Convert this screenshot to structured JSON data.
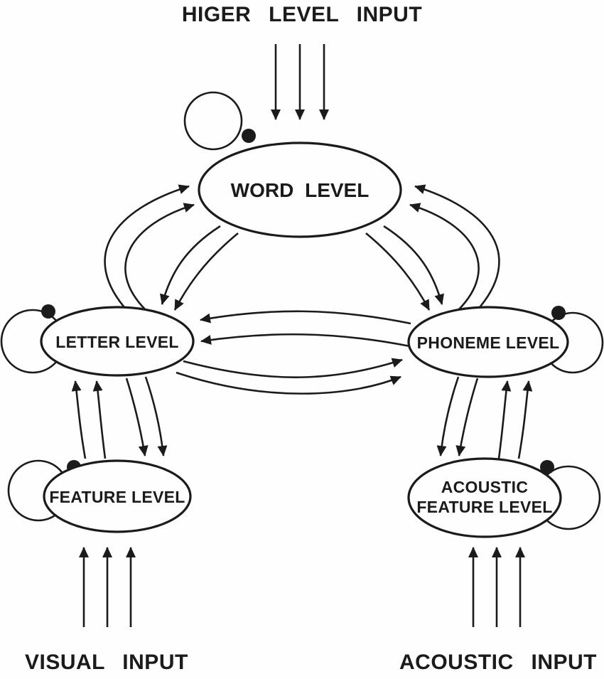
{
  "diagram": {
    "kind": "interactive-activation-model",
    "top_input_label": "HIGER LEVEL INPUT",
    "bottom_left_input_label": "VISUAL INPUT",
    "bottom_right_input_label": "ACOUSTIC INPUT",
    "nodes": {
      "word": {
        "label": "WORD LEVEL"
      },
      "letter": {
        "label": "LETTER LEVEL"
      },
      "phoneme": {
        "label": "PHONEME LEVEL"
      },
      "feature": {
        "label": "FEATURE LEVEL"
      },
      "acoustic_feature": {
        "line1": "ACOUSTIC",
        "line2": "FEATURE LEVEL"
      }
    },
    "edges": [
      {
        "from": "higher-level-input",
        "to": "word",
        "type": "input-arrows",
        "count": 3
      },
      {
        "from": "word",
        "to": "letter",
        "type": "bidirectional",
        "lines_each_way": 2
      },
      {
        "from": "word",
        "to": "phoneme",
        "type": "bidirectional",
        "lines_each_way": 2
      },
      {
        "from": "letter",
        "to": "phoneme",
        "type": "bidirectional",
        "lines_each_way": 2
      },
      {
        "from": "letter",
        "to": "feature",
        "type": "bidirectional",
        "lines_each_way": 2
      },
      {
        "from": "phoneme",
        "to": "acoustic_feature",
        "type": "bidirectional",
        "lines_each_way": 2
      },
      {
        "from": "visual-input",
        "to": "feature",
        "type": "input-arrows",
        "count": 3
      },
      {
        "from": "acoustic-input",
        "to": "acoustic_feature",
        "type": "input-arrows",
        "count": 3
      },
      {
        "node": "word",
        "type": "self-inhibitory-loop"
      },
      {
        "node": "letter",
        "type": "self-inhibitory-loop"
      },
      {
        "node": "phoneme",
        "type": "self-inhibitory-loop"
      },
      {
        "node": "feature",
        "type": "self-inhibitory-loop"
      },
      {
        "node": "acoustic_feature",
        "type": "self-inhibitory-loop"
      }
    ],
    "colors": {
      "ink": "#1b1b1b",
      "background": "#fefefe"
    }
  }
}
